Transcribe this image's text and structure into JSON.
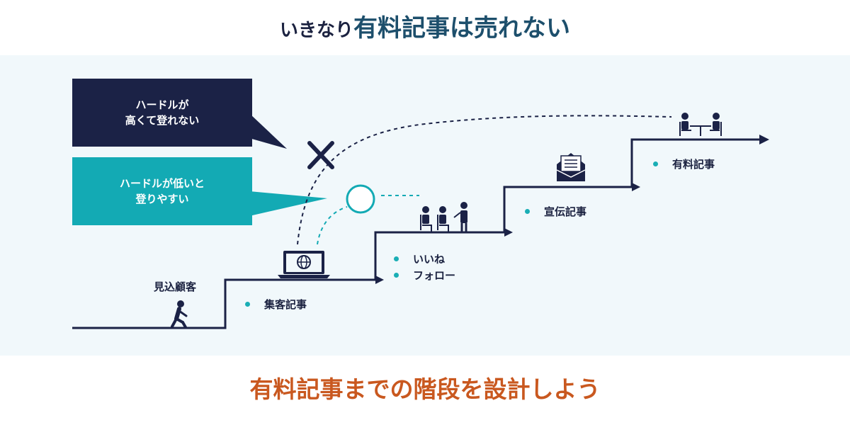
{
  "title": {
    "lead": "いきなり",
    "emphasis": "有料記事は売れない"
  },
  "bubble_high": {
    "line1": "ハードルが",
    "line2": "高くて登れない"
  },
  "bubble_low": {
    "line1": "ハードルが低いと",
    "line2": "登りやすい"
  },
  "prospect_label": "見込顧客",
  "steps": [
    {
      "items": [
        "集客記事"
      ]
    },
    {
      "items": [
        "いいね",
        "フォロー"
      ]
    },
    {
      "items": [
        "宣伝記事"
      ]
    },
    {
      "items": [
        "有料記事"
      ]
    }
  ],
  "bottom_message": "有料記事までの階段を設計しよう",
  "colors": {
    "navy": "#1b2246",
    "teal": "#13aab4",
    "orange": "#c9581f",
    "panel": "#f1f8fb"
  },
  "icons": [
    "walking-person-icon",
    "laptop-globe-icon",
    "audience-presenter-icon",
    "mail-icon",
    "meeting-table-icon",
    "cross-icon",
    "circle-icon"
  ]
}
